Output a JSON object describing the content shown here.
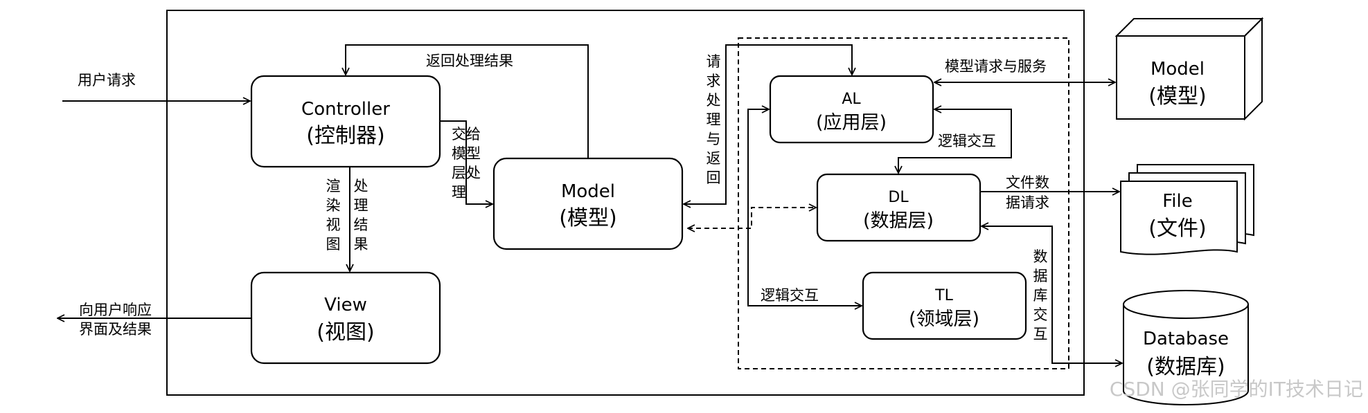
{
  "nodes": {
    "controller": {
      "name": "Controller",
      "cn": "(控制器)"
    },
    "model": {
      "name": "Model",
      "cn": "(模型)"
    },
    "view": {
      "name": "View",
      "cn": "(视图)"
    },
    "al": {
      "name": "AL",
      "cn": "(应用层)"
    },
    "dl": {
      "name": "DL",
      "cn": "(数据层)"
    },
    "tl": {
      "name": "TL",
      "cn": "(领域层)"
    },
    "ext_model": {
      "name": "Model",
      "cn": "(模型)"
    },
    "file": {
      "name": "File",
      "cn": "(文件)"
    },
    "database": {
      "name": "Database",
      "cn": "(数据库)"
    }
  },
  "edges": {
    "user_request": "用户请求",
    "return_result": "返回处理结果",
    "hand_to_model": [
      "交给",
      "模型",
      "层处",
      "理"
    ],
    "render_view": [
      "渲",
      "染",
      "视",
      "图"
    ],
    "process_result": [
      "处",
      "理",
      "结",
      "果"
    ],
    "respond_user": [
      "向用户响应",
      "界面及结果"
    ],
    "request_return": [
      "请",
      "求",
      "处",
      "理",
      "与",
      "返",
      "回"
    ],
    "model_request_service": "模型请求与服务",
    "logic_interaction_1": "逻辑交互",
    "file_data_request": [
      "文件数",
      "据请求"
    ],
    "db_interaction": [
      "数",
      "据",
      "库",
      "交",
      "互"
    ],
    "logic_interaction_2": "逻辑交互"
  },
  "watermark": "CSDN @张同学的IT技术日记"
}
